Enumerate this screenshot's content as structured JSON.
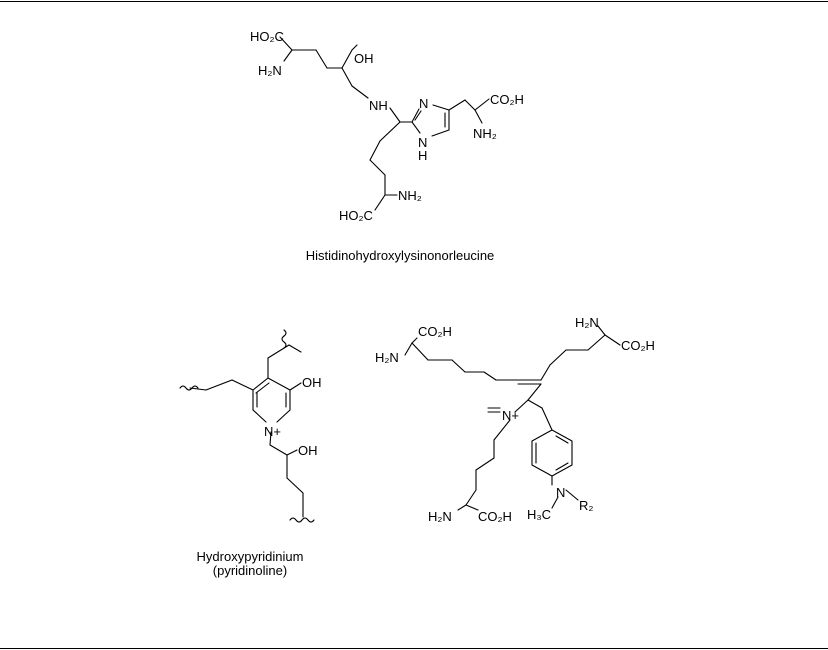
{
  "captions": {
    "hhl": "Histidinohydroxylysinonorleucine",
    "pyr_line1": "Hydroxypyridinium",
    "pyr_line2": "(pyridinoline)"
  },
  "hhl_labels": {
    "ho2c_top": "HO₂C",
    "h2n_top": "H₂N",
    "oh": "OH",
    "nh_link": "NH",
    "n_ring": "N",
    "nh_ring_1": "N",
    "nh_ring_2": "H",
    "co2h": "CO₂H",
    "nh2_right": "NH₂",
    "ho2c_bottom": "HO₂C",
    "nh2_bottom": "NH₂"
  },
  "pyr_labels": {
    "oh_ring": "OH",
    "n_plus": "N+",
    "oh_chain": "OH"
  },
  "third_labels": {
    "co2h_top_left": "CO₂H",
    "h2n_left": "H₂N",
    "h2n_top_right": "H₂N",
    "co2h_right": "CO₂H",
    "n_plus": "N+",
    "h2n_bottom": "H₂N",
    "co2h_bottom": "CO₂H",
    "n_amine": "N",
    "h3c": "H₃C",
    "r2": "R₂"
  }
}
